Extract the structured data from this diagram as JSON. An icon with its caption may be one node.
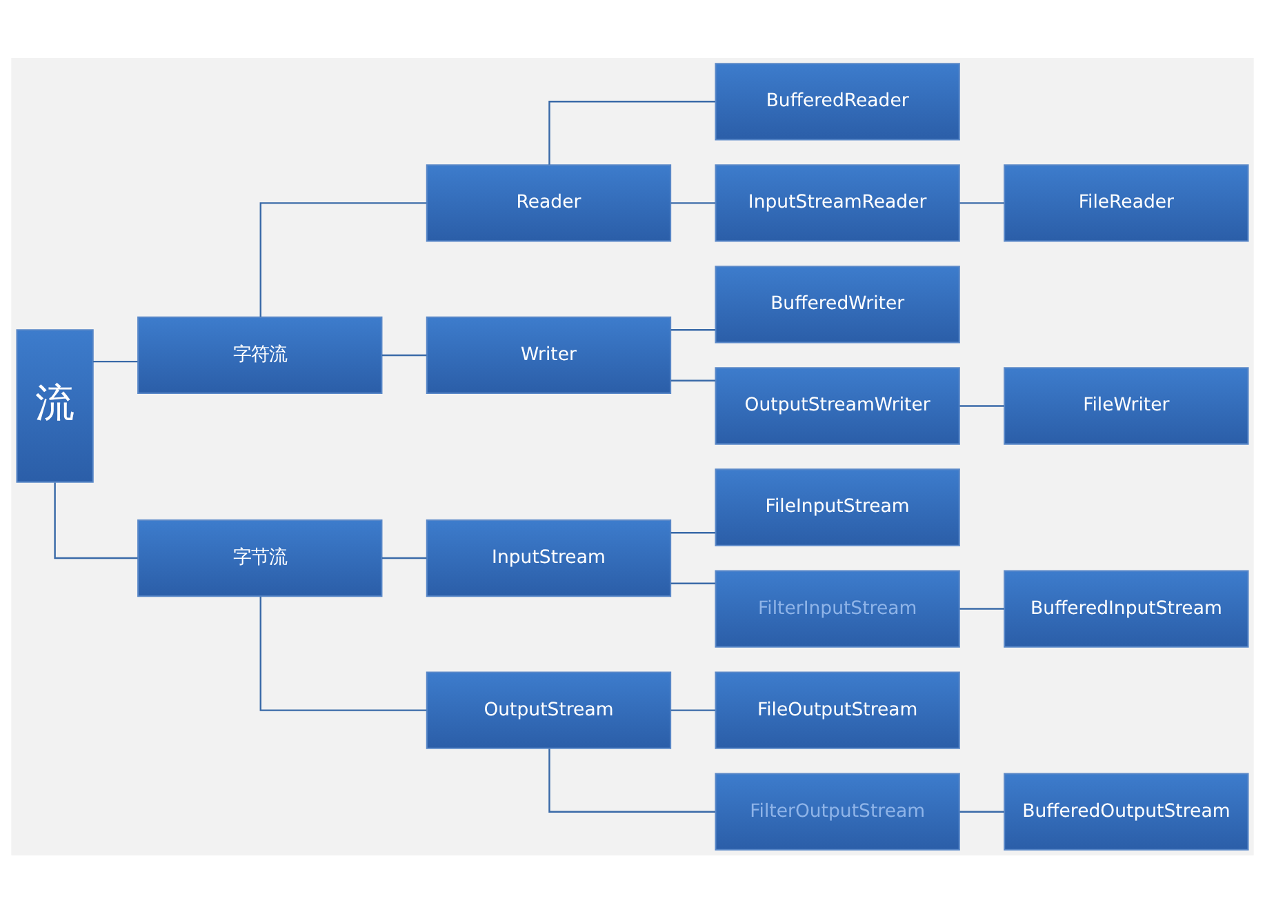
{
  "diagram": {
    "nodes": [
      {
        "text": [
          "流"
        ]
      },
      {
        "text": [
          "字符流"
        ]
      },
      {
        "text": [
          "字节流"
        ]
      },
      {
        "text": [
          "Reader"
        ]
      },
      {
        "text": [
          "Writer"
        ]
      },
      {
        "text": [
          "InputStream"
        ]
      },
      {
        "text": [
          "OutputStream"
        ]
      },
      {
        "text": [
          "BufferedReader"
        ]
      },
      {
        "text": [
          "InputStreamReader"
        ]
      },
      {
        "text": [
          "FileReader"
        ]
      },
      {
        "text": [
          "BufferedWriter"
        ]
      },
      {
        "text": [
          "OutputStreamWriter"
        ]
      },
      {
        "text": [
          "FileWriter"
        ]
      },
      {
        "text": [
          "FileInputStream"
        ]
      },
      {
        "text": [
          "FilterInputStream"
        ]
      },
      {
        "text": [
          "BufferedInputStream"
        ]
      },
      {
        "text": [
          "FileOutputStream"
        ]
      },
      {
        "text": [
          "FilterOutputStream"
        ]
      },
      {
        "text": [
          "BufferedOutputStream"
        ]
      }
    ],
    "edges": [
      {
        "from": 0,
        "to": 1,
        "arrow": "none"
      },
      {
        "from": 0,
        "to": 2,
        "arrow": "none"
      },
      {
        "from": 1,
        "to": 3,
        "arrow": "none"
      },
      {
        "from": 1,
        "to": 4,
        "arrow": "none"
      },
      {
        "from": 3,
        "to": 7,
        "arrow": "none"
      },
      {
        "from": 3,
        "to": 8,
        "arrow": "none"
      },
      {
        "from": 8,
        "to": 9,
        "arrow": "none"
      },
      {
        "from": 4,
        "to": 10,
        "arrow": "none"
      },
      {
        "from": 4,
        "to": 11,
        "arrow": "none"
      },
      {
        "from": 11,
        "to": 12,
        "arrow": "none"
      },
      {
        "from": 2,
        "to": 5,
        "arrow": "none"
      },
      {
        "from": 2,
        "to": 6,
        "arrow": "none"
      },
      {
        "from": 5,
        "to": 13,
        "arrow": "none"
      },
      {
        "from": 5,
        "to": 14,
        "arrow": "none"
      },
      {
        "from": 14,
        "to": 15,
        "arrow": "none"
      },
      {
        "from": 6,
        "to": 16,
        "arrow": "none"
      },
      {
        "from": 6,
        "to": 17,
        "arrow": "none"
      },
      {
        "from": 17,
        "to": 18,
        "arrow": "none"
      }
    ]
  }
}
